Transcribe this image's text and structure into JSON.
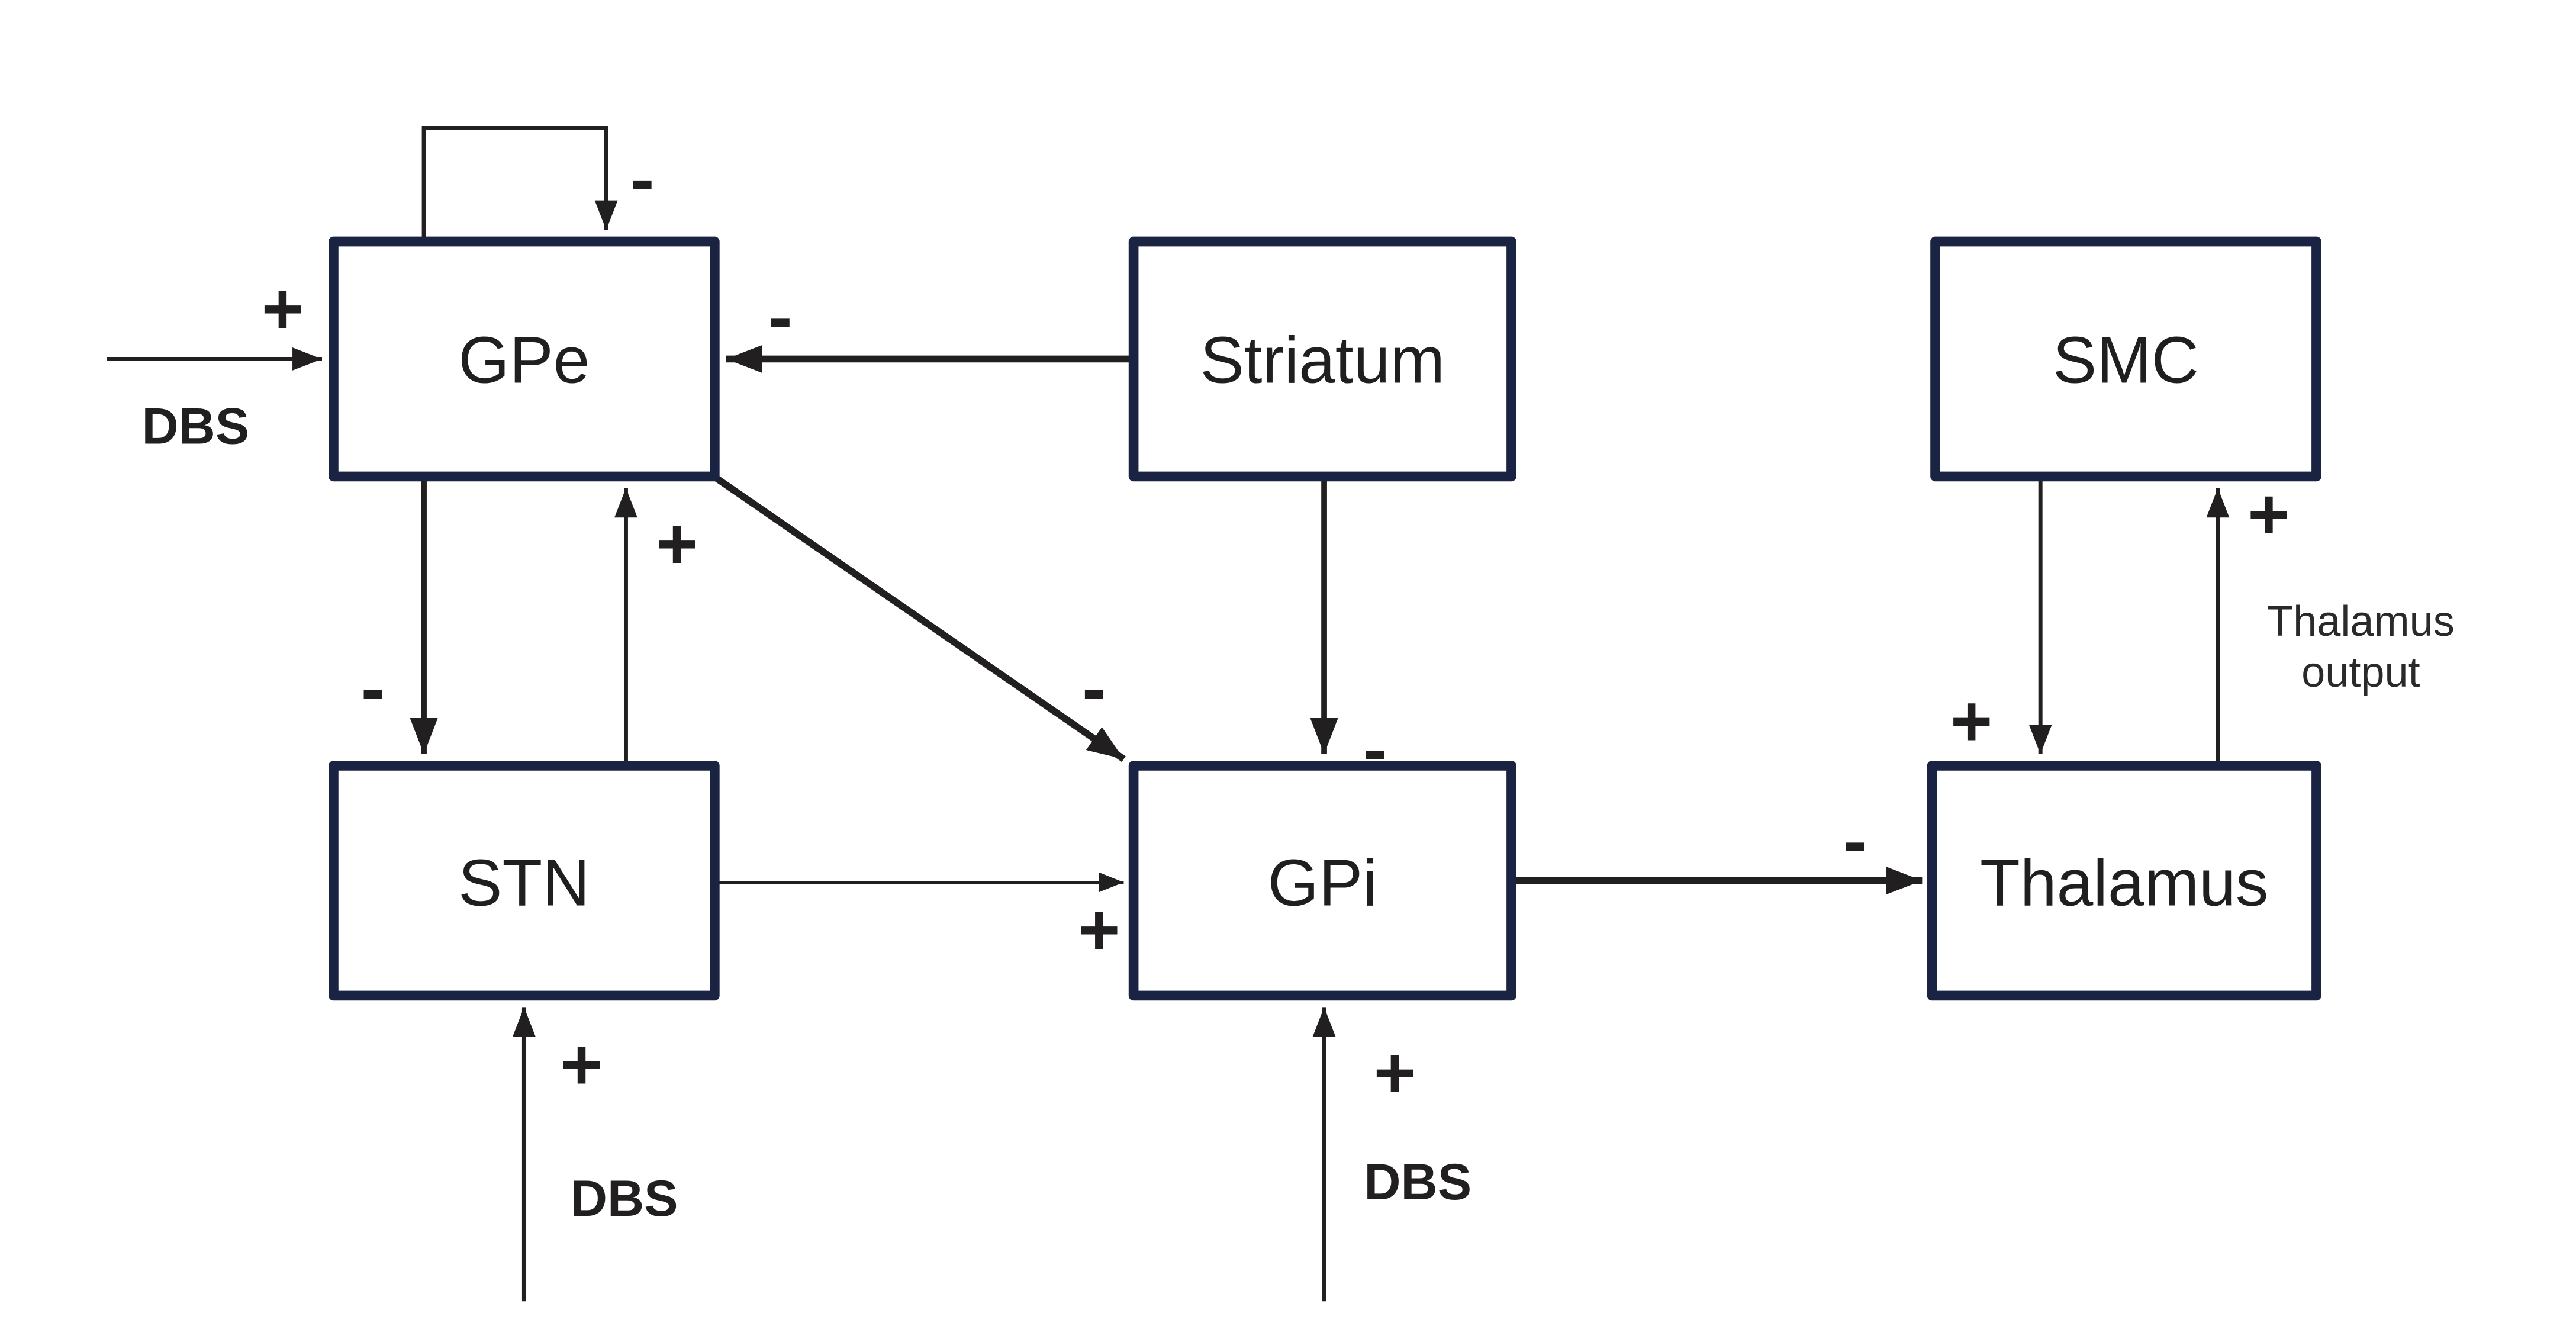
{
  "diagram": {
    "nodes": {
      "gpe": {
        "label": "GPe"
      },
      "striatum": {
        "label": "Striatum"
      },
      "smc": {
        "label": "SMC"
      },
      "stn": {
        "label": "STN"
      },
      "gpi": {
        "label": "GPi"
      },
      "thalamus": {
        "label": "Thalamus"
      }
    },
    "edges": {
      "gpe_self": {
        "sign": "-"
      },
      "dbs_gpe": {
        "sign": "+",
        "label": "DBS"
      },
      "striatum_gpe": {
        "sign": "-"
      },
      "gpe_stn": {
        "sign": "-"
      },
      "stn_gpe": {
        "sign": "+"
      },
      "gpe_gpi": {
        "sign": "-"
      },
      "striatum_gpi": {
        "sign": "-"
      },
      "stn_gpi": {
        "sign": "+"
      },
      "gpi_thalamus": {
        "sign": "-"
      },
      "smc_thalamus": {
        "sign": "+"
      },
      "thalamus_smc": {
        "sign": "+",
        "label_line1": "Thalamus",
        "label_line2": "output"
      },
      "dbs_stn": {
        "sign": "+",
        "label": "DBS"
      },
      "dbs_gpi": {
        "sign": "+",
        "label": "DBS"
      }
    },
    "colors": {
      "box_border": "#1a2342",
      "line": "#221f20",
      "background": "#ffffff"
    }
  }
}
